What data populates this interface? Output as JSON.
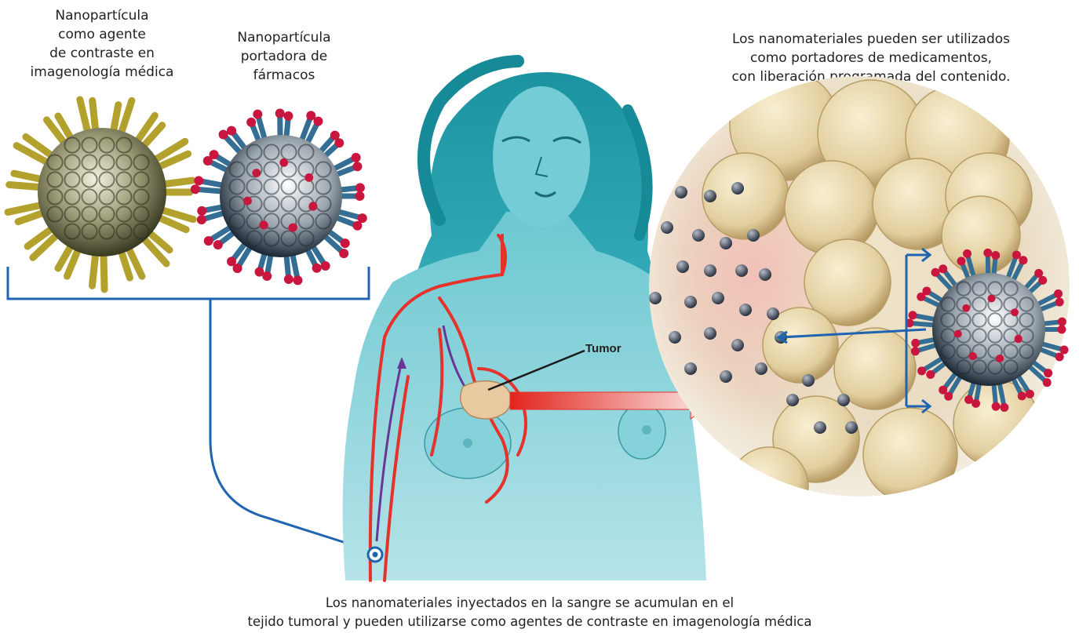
{
  "labels": {
    "contrast_agent": [
      "Nanopartícula",
      "como agente",
      "de contraste en",
      "imagenología médica"
    ],
    "drug_carrier": [
      "Nanopartícula",
      "portadora de",
      "fármacos"
    ],
    "carrier_description": [
      "Los nanomateriales pueden ser utilizados",
      "como portadores de medicamentos,",
      "con liberación programada del contenido."
    ],
    "tumor": "Tumor",
    "caption": [
      "Los nanomateriales inyectados en la sangre se acumulan en el",
      "tejido tumoral y pueden utilizarse como agentes de contraste en imagenología médica"
    ]
  },
  "colors": {
    "body_teal": "#5bbfc9",
    "hair_teal": "#1f9aa8",
    "vessel_red": "#e5322b",
    "connector_blue": "#1e64b0",
    "vessel_purple": "#6a3594",
    "nanoparticle_tip": "#c8163f",
    "contrast_particle": "#b9a637"
  },
  "icons": {
    "contrast_nanoparticle": "spiky-yellow-sphere",
    "drug_carrier_nanoparticle": "spiky-blue-sphere-red-tips",
    "injection_point": "ring-marker"
  }
}
